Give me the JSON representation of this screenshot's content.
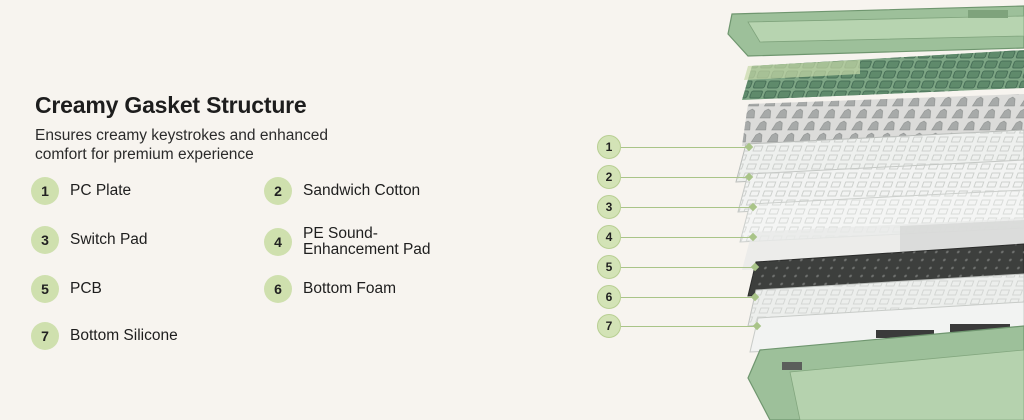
{
  "title": "Creamy Gasket Structure",
  "subtitle": "Ensures creamy keystrokes and enhanced comfort for premium experience",
  "colors": {
    "background": "#f7f4ef",
    "badge": "#cfe0ae",
    "case_green": "#8fb68a",
    "keycap_green": "#4f7a5f",
    "pcb_dark": "#3b3d3b"
  },
  "legend": [
    {
      "num": "1",
      "label": "PC Plate"
    },
    {
      "num": "2",
      "label": "Sandwich Cotton"
    },
    {
      "num": "3",
      "label": "Switch Pad"
    },
    {
      "num": "4",
      "label": "PE Sound-Enhancement Pad"
    },
    {
      "num": "5",
      "label": "PCB"
    },
    {
      "num": "6",
      "label": "Bottom Foam"
    },
    {
      "num": "7",
      "label": "Bottom Silicone"
    }
  ],
  "callouts": [
    "1",
    "2",
    "3",
    "4",
    "5",
    "6",
    "7"
  ]
}
